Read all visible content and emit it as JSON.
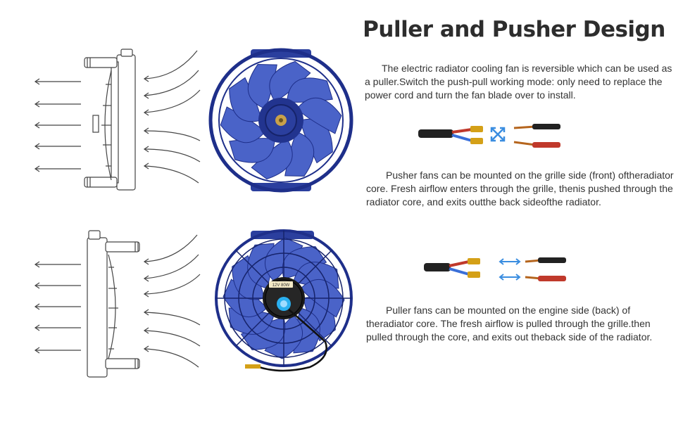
{
  "title": "Puller and Pusher Design",
  "paragraphs": {
    "intro": "The electric radiator cooling fan is reversible which can be used as a puller.Switch the push-pull working mode: only need to replace the power cord and turn the fan blade over to install.",
    "pusher": "Pusher fans can be mounted on the grille side (front) oftheradiator core. Fresh airflow enters through the grille, thenis pushed through the radiator core, and exits outthe back sideofthe radiator.",
    "puller": "Puller fans can be mounted on the engine side (back) of theradiator core. The fresh airflow is pulled through the grille.then pulled through the core, and exits out theback side of the radiator."
  },
  "fan_label": "12V 80W",
  "colors": {
    "blade": "#2b3f9e",
    "blade_light": "#4a63c8",
    "shroud": "#1e2f8a",
    "motor": "#1a1a1a",
    "wire_red": "#c0392b",
    "wire_blue": "#3a6fd8",
    "connector": "#d4a017",
    "arrow": "#333333"
  },
  "icons": [
    "swap-arrows-icon",
    "double-arrow-icon"
  ]
}
